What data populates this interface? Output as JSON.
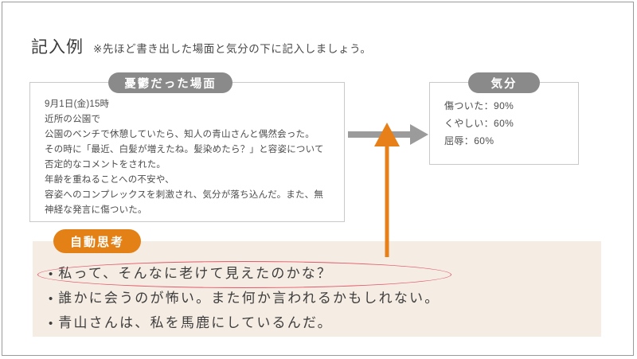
{
  "heading": {
    "title": "記入例",
    "note": "※先ほど書き出した場面と気分の下に記入しましょう。"
  },
  "scene": {
    "pill_label": "憂鬱だった場面",
    "lines": [
      "9月1日(金)15時",
      "近所の公園で",
      "公園のベンチで休憩していたら、知人の青山さんと偶然会った。",
      "その時に「最近、白髪が増えたね。髪染めたら？」と容姿について",
      "否定的なコメントをされた。",
      "年齢を重ねることへの不安や、",
      "容姿へのコンプレックスを刺激され、気分が落ち込んだ。また、無",
      "神経な発言に傷ついた。"
    ]
  },
  "mood": {
    "pill_label": "気分",
    "items": [
      "傷ついた：90%",
      "くやしい：60%",
      "屈辱：60%"
    ]
  },
  "thought": {
    "pill_label": "自動思考",
    "bullet_glyph": "•",
    "items": [
      "私って、そんなに老けて見えたのかな？",
      "誰かに会うのが怖い。また何か言われるかもしれない。",
      "青山さんは、私を馬鹿にしているんだ。"
    ]
  },
  "colors": {
    "pill_gray": "#8a8a8a",
    "pill_orange": "#e38117",
    "panel_beige": "#f5ece3",
    "arrow_gray": "#9b9b9b",
    "arrow_orange": "#e8801a",
    "highlight_red": "#e2596a",
    "text_dark": "#3d3d3d"
  }
}
